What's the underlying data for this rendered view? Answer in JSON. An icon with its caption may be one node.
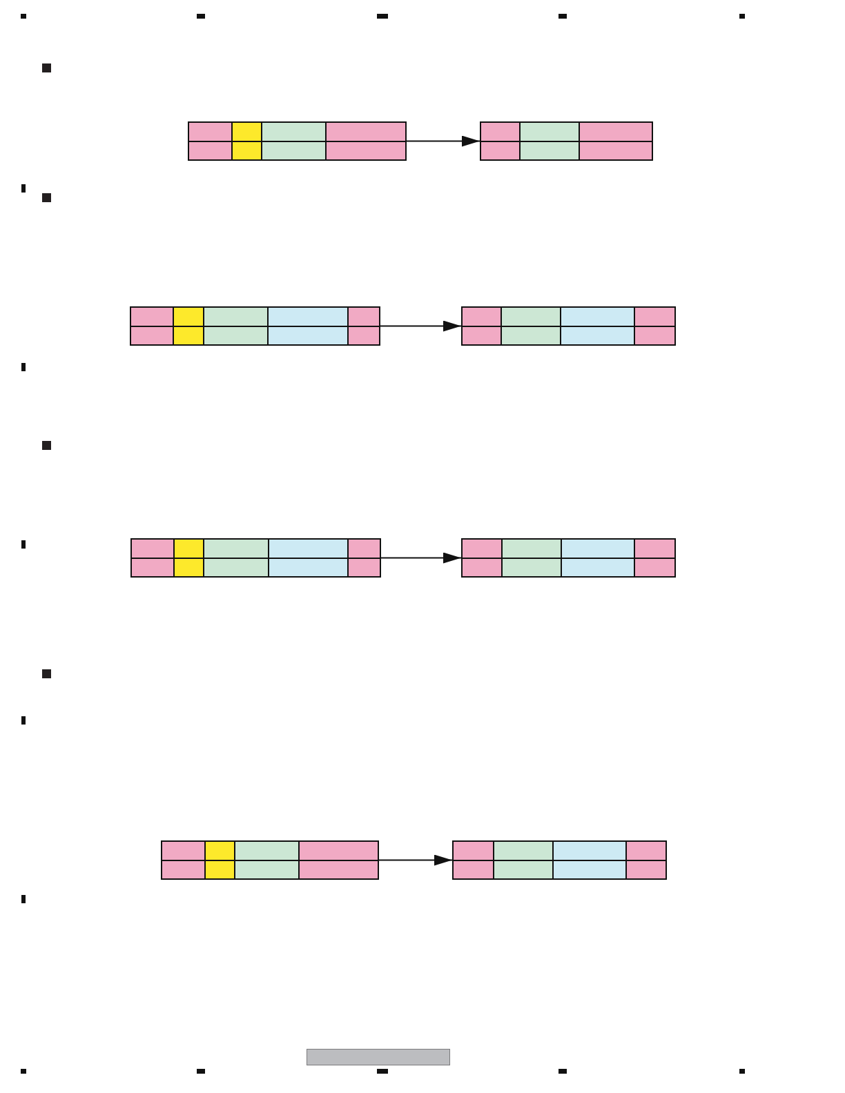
{
  "diagram": {
    "nodes": [
      {
        "text": [],
        "shape": "bar"
      },
      {
        "text": [],
        "shape": "bar"
      },
      {
        "text": [],
        "shape": "bar"
      },
      {
        "text": [],
        "shape": "bar"
      },
      {
        "text": [],
        "shape": "bar"
      },
      {
        "text": [],
        "shape": "bar"
      },
      {
        "text": [],
        "shape": "bar"
      },
      {
        "text": [],
        "shape": "bar"
      }
    ],
    "edges": [
      {
        "from": 0,
        "to": 1,
        "arrow": "to"
      },
      {
        "from": 2,
        "to": 3,
        "arrow": "to"
      },
      {
        "from": 4,
        "to": 5,
        "arrow": "to"
      },
      {
        "from": 6,
        "to": 7,
        "arrow": "to"
      }
    ]
  }
}
